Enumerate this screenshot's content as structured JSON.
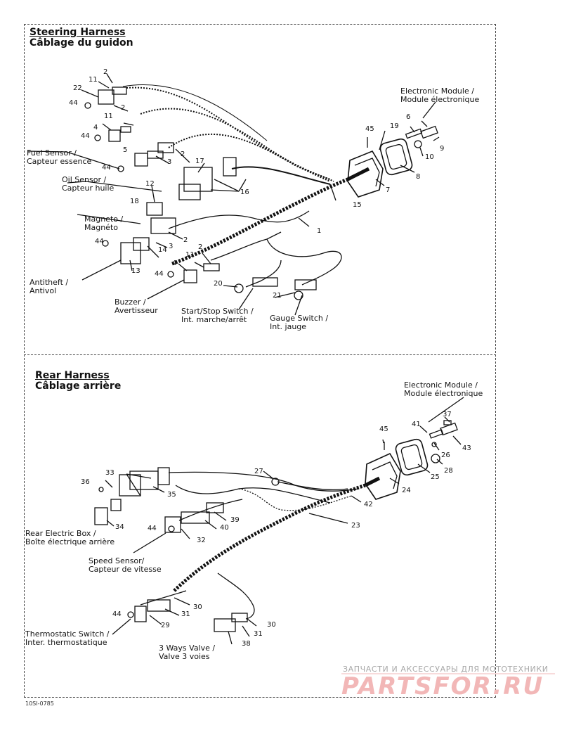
{
  "steering": {
    "title_en": "Steering Harness",
    "title_fr": "Câblage du guidon",
    "labels": {
      "electronic_module": [
        "Electronic Module /",
        "Module électronique"
      ],
      "fuel_sensor": [
        "Fuel Sensor /",
        "Capteur essence"
      ],
      "oil_sensor": [
        "Oil Sensor /",
        "Capteur huile"
      ],
      "magneto": [
        "Magneto /",
        "Magnéto"
      ],
      "antitheft": [
        "Antitheft /",
        "Antivol"
      ],
      "buzzer": [
        "Buzzer /",
        "Avertisseur"
      ],
      "start_stop": [
        "Start/Stop Switch /",
        "Int. marche/arrêt"
      ],
      "gauge_switch": [
        "Gauge Switch /",
        "Int. jauge"
      ]
    },
    "numbers": [
      "2",
      "11",
      "22",
      "44",
      "2",
      "11",
      "4",
      "44",
      "5",
      "2",
      "3",
      "44",
      "45",
      "19",
      "6",
      "9",
      "10",
      "8",
      "7",
      "17",
      "16",
      "15",
      "12",
      "18",
      "1",
      "2",
      "3",
      "14",
      "13",
      "44",
      "2",
      "11",
      "4",
      "44",
      "20",
      "21"
    ]
  },
  "rear": {
    "title_en": "Rear Harness",
    "title_fr": "Câblage arrière",
    "labels": {
      "electronic_module": [
        "Electronic Module /",
        "Module électronique"
      ],
      "rear_electric_box": [
        "Rear Electric Box /",
        "Boîte électrique arrière"
      ],
      "speed_sensor": [
        "Speed Sensor/",
        "Capteur de vitesse"
      ],
      "thermostatic_switch": [
        "Thermostatic Switch /",
        "Inter. thermostatique"
      ],
      "three_ways_valve": [
        "3 Ways Valve /",
        "Valve 3 voies"
      ]
    },
    "numbers": [
      "45",
      "37",
      "41",
      "43",
      "26",
      "28",
      "25",
      "24",
      "27",
      "42",
      "23",
      "33",
      "36",
      "35",
      "34",
      "39",
      "40",
      "44",
      "32",
      "30",
      "31",
      "29",
      "44",
      "30",
      "31",
      "38"
    ]
  },
  "watermark": {
    "line1": "ЗАПЧАСТИ И АКСЕССУАРЫ ДЛЯ МОТОТЕХНИКИ",
    "line2": "PARTSFOR.RU"
  },
  "footer_code": "10SI-0785",
  "colors": {
    "line": "#111111",
    "frame": "#444444",
    "watermark_red": "#f2b7b7",
    "watermark_gray": "#a8a8a8"
  }
}
